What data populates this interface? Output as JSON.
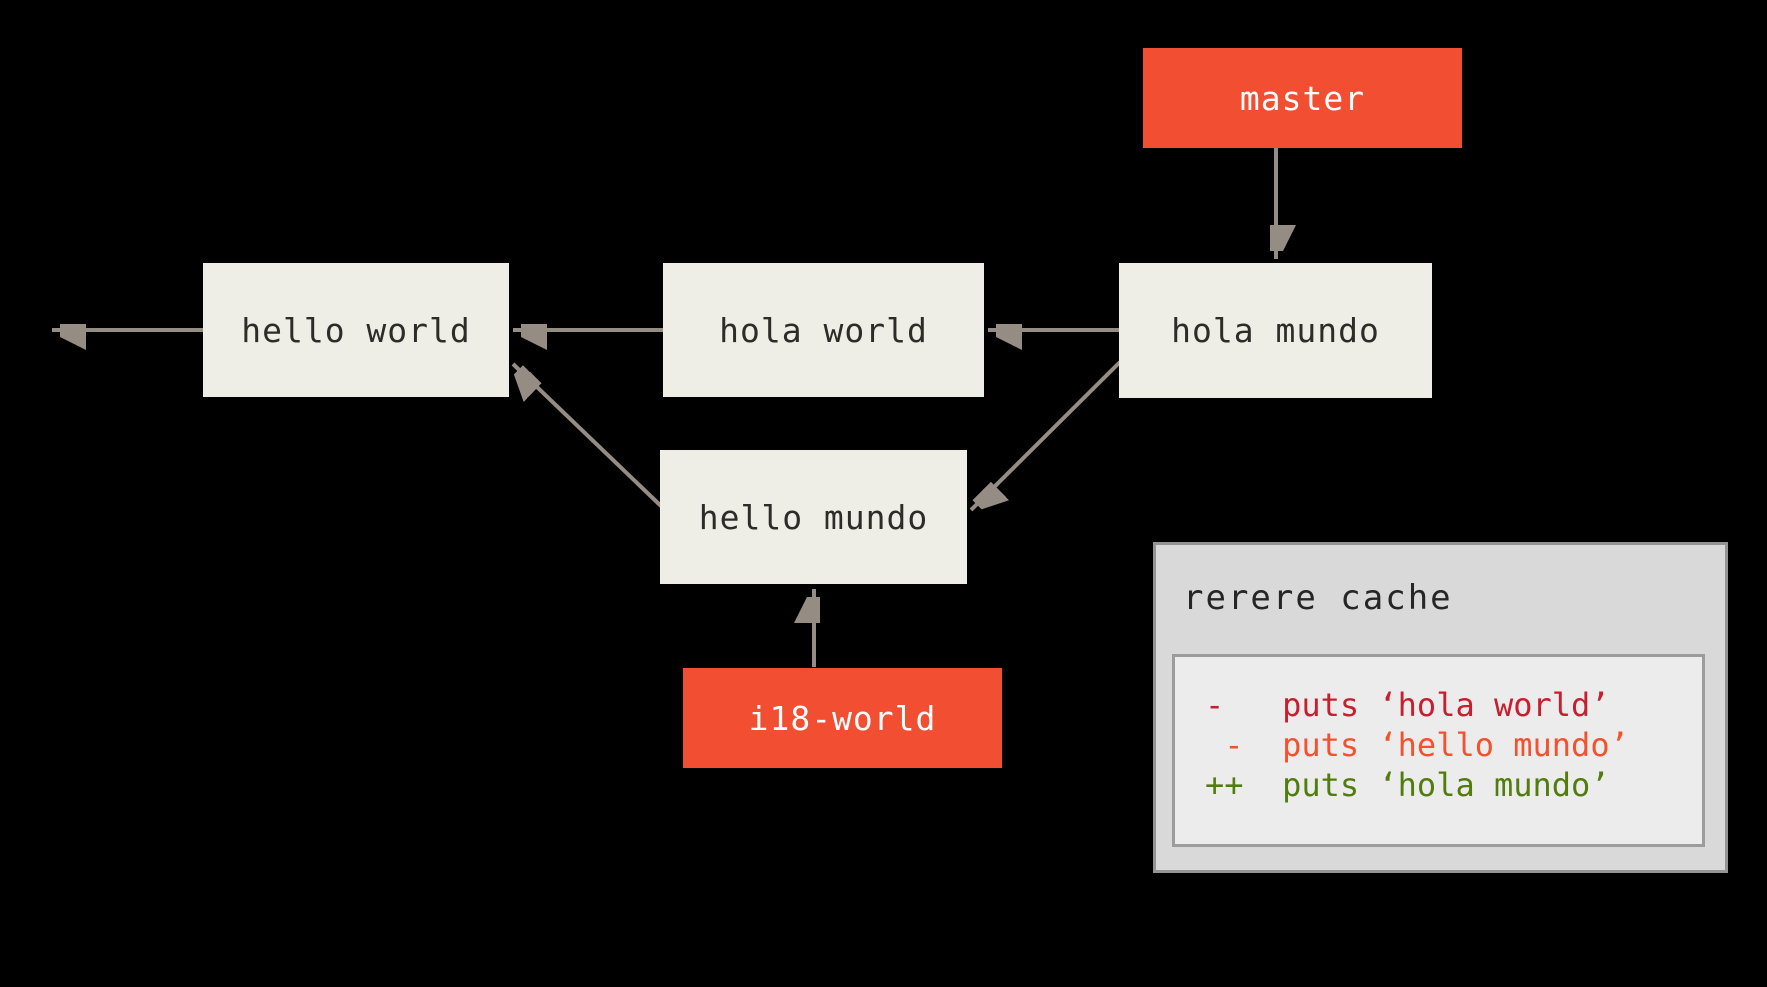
{
  "diagram": {
    "background": "#000000",
    "nodes": {
      "master": {
        "label": "master",
        "kind": "branch"
      },
      "hola_mundo": {
        "label": "hola mundo",
        "kind": "commit"
      },
      "hola_world": {
        "label": "hola world",
        "kind": "commit"
      },
      "hello_world": {
        "label": "hello world",
        "kind": "commit"
      },
      "hello_mundo": {
        "label": "hello mundo",
        "kind": "commit"
      },
      "i18_world": {
        "label": "i18-world",
        "kind": "branch"
      }
    },
    "edges": [
      {
        "from": "master",
        "to": "hola_mundo"
      },
      {
        "from": "hola_mundo",
        "to": "hola_world"
      },
      {
        "from": "hola_world",
        "to": "hello_world"
      },
      {
        "from": "hello_world",
        "to": "offscreen_parent"
      },
      {
        "from": "hola_mundo",
        "to": "hello_mundo"
      },
      {
        "from": "hello_mundo",
        "to": "hello_world"
      },
      {
        "from": "i18_world",
        "to": "hello_mundo"
      }
    ],
    "colors": {
      "branch_fill": "#f14e32",
      "branch_text": "#ffffff",
      "commit_fill": "#efeee6",
      "commit_text": "#2d2c28",
      "arrow": "#958c83",
      "panel_fill": "#d9d9d9",
      "panel_border": "#949494",
      "code_fill": "#ececec",
      "code_border": "#9c9c9c",
      "diff_removed_ours": "#c81f2e",
      "diff_removed_theirs": "#f4512c",
      "diff_added": "#507d0c"
    }
  },
  "rerere_cache": {
    "title": "rerere cache",
    "lines": [
      {
        "text": "-   puts ‘hola world’",
        "color": "#c81f2e"
      },
      {
        "text": " -  puts ‘hello mundo’",
        "color": "#f4512c"
      },
      {
        "text": "++  puts ‘hola mundo’",
        "color": "#507d0c"
      }
    ]
  }
}
